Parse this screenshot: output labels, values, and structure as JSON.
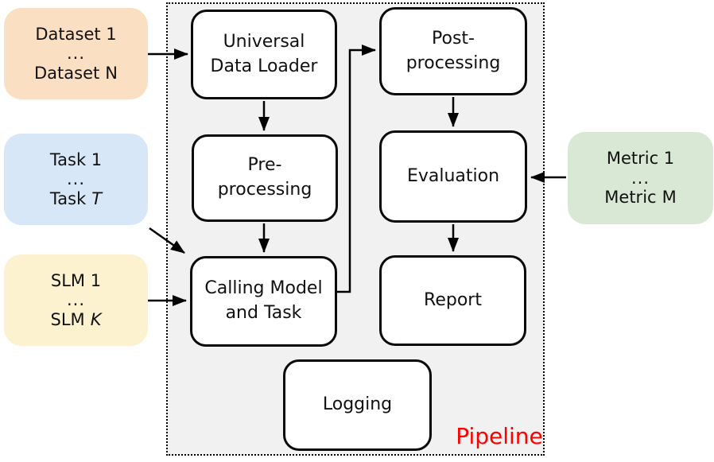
{
  "figure": {
    "pipeline_label": "Pipeline",
    "colors": {
      "pipeline_label_text": "#ff0000",
      "pipeline_background": "#f1f1f2",
      "dataset_box": "#fbdfc2",
      "task_box": "#d8e7f7",
      "slm_box": "#fcf2cf",
      "metric_box": "#d9e8d4",
      "node_fill": "#ffffff",
      "line_stroke": "#000000"
    }
  },
  "side_boxes": {
    "dataset": {
      "first": "Dataset 1",
      "dots": "...",
      "last_prefix": "Dataset",
      "last_var": "N"
    },
    "task": {
      "first": "Task 1",
      "dots": "...",
      "last_prefix": "Task",
      "last_var": "T"
    },
    "slm": {
      "first": "SLM 1",
      "dots": "...",
      "last_prefix": "SLM",
      "last_var": "K"
    },
    "metric": {
      "first": "Metric 1",
      "dots": "...",
      "last_prefix": "Metric",
      "last_var": "M"
    }
  },
  "nodes": {
    "universal_data_loader": {
      "line1": "Universal",
      "line2": "Data Loader"
    },
    "pre_processing": {
      "line1": "Pre-",
      "line2": "processing"
    },
    "calling_model_and_task": {
      "line1": "Calling Model",
      "line2": "and Task"
    },
    "post_processing": {
      "line1": "Post-",
      "line2": "processing"
    },
    "evaluation": {
      "label": "Evaluation"
    },
    "report": {
      "label": "Report"
    },
    "logging": {
      "label": "Logging"
    }
  }
}
